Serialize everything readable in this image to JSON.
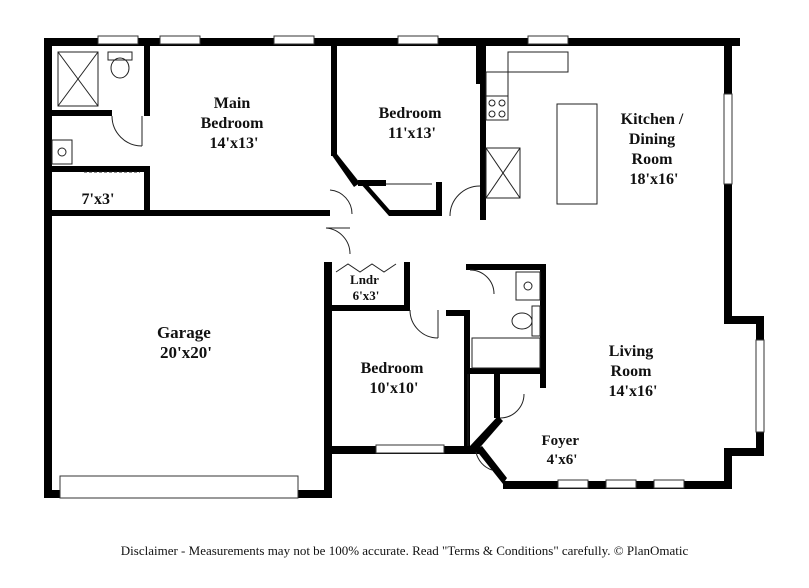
{
  "rooms": {
    "main_bedroom": {
      "name_line1": "Main",
      "name_line2": "Bedroom",
      "size": "14'x13'"
    },
    "bedroom_2": {
      "name": "Bedroom",
      "size": "11'x13'"
    },
    "kitchen": {
      "name_line1": "Kitchen /",
      "name_line2": "Dining",
      "name_line3": "Room",
      "size": "18'x16'"
    },
    "closet": {
      "size": "7'x3'"
    },
    "laundry": {
      "name": "Lndr",
      "size": "6'x3'"
    },
    "garage": {
      "name": "Garage",
      "size": "20'x20'"
    },
    "bedroom_3": {
      "name": "Bedroom",
      "size": "10'x10'"
    },
    "living_room": {
      "name_line1": "Living",
      "name_line2": "Room",
      "size": "14'x16'"
    },
    "foyer": {
      "name": "Foyer",
      "size": "4'x6'"
    }
  },
  "disclaimer": "Disclaimer - Measurements may not be 100% accurate. Read \"Terms & Conditions\" carefully. © PlanOmatic"
}
